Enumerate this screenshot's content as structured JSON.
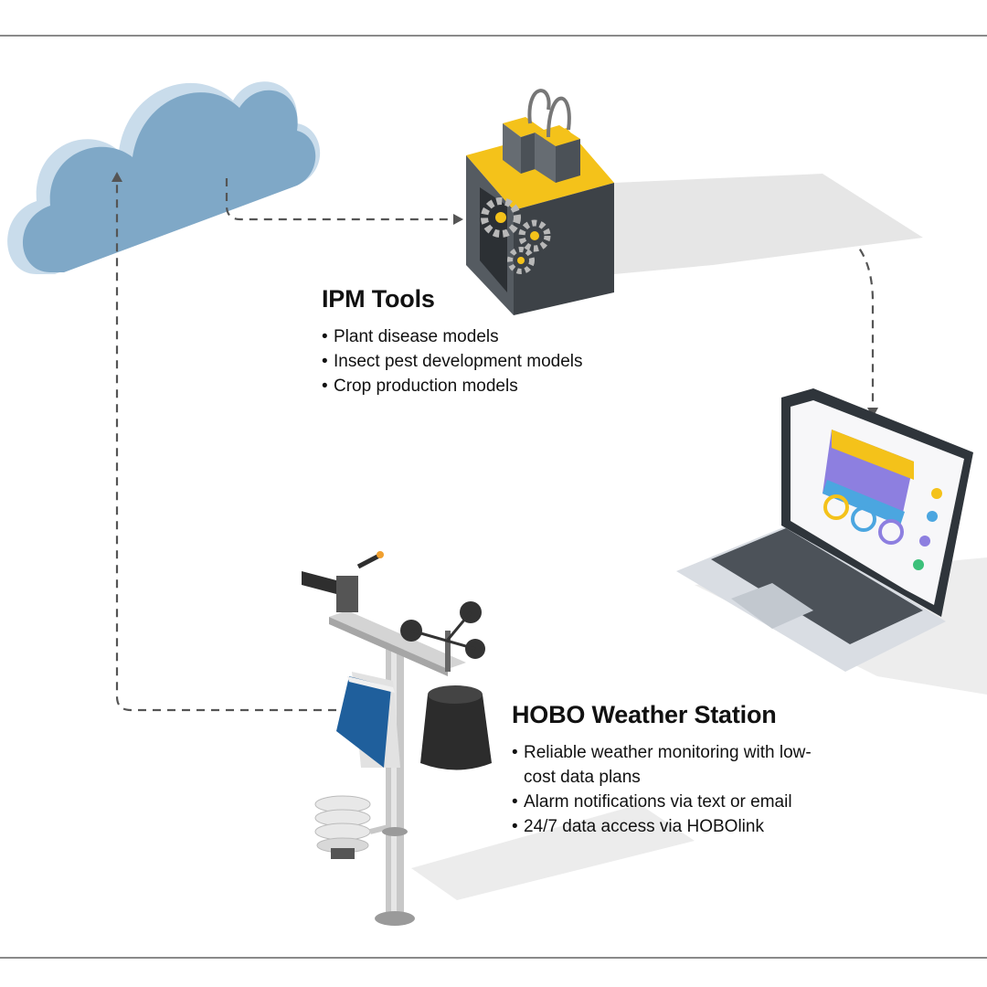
{
  "ipm": {
    "title": "IPM Tools",
    "items": [
      "Plant disease models",
      "Insect pest development models",
      "Crop production models"
    ]
  },
  "station": {
    "title": "HOBO Weather Station",
    "items": [
      "Reliable weather monitoring with low-cost data plans",
      "Alarm notifications via text or email",
      "24/7 data access via HOBOlink"
    ]
  },
  "colors": {
    "cloud": "#7fa8c7",
    "cloud_light": "#c9dceb",
    "accent_yellow": "#f4c21a",
    "dark_gray": "#444a50",
    "panel_blue": "#1f5f9c",
    "arrow": "#555555"
  },
  "icons": [
    "cloud-icon",
    "ipm-server-box-icon",
    "gears-icon",
    "laptop-icon",
    "weather-station-icon"
  ]
}
